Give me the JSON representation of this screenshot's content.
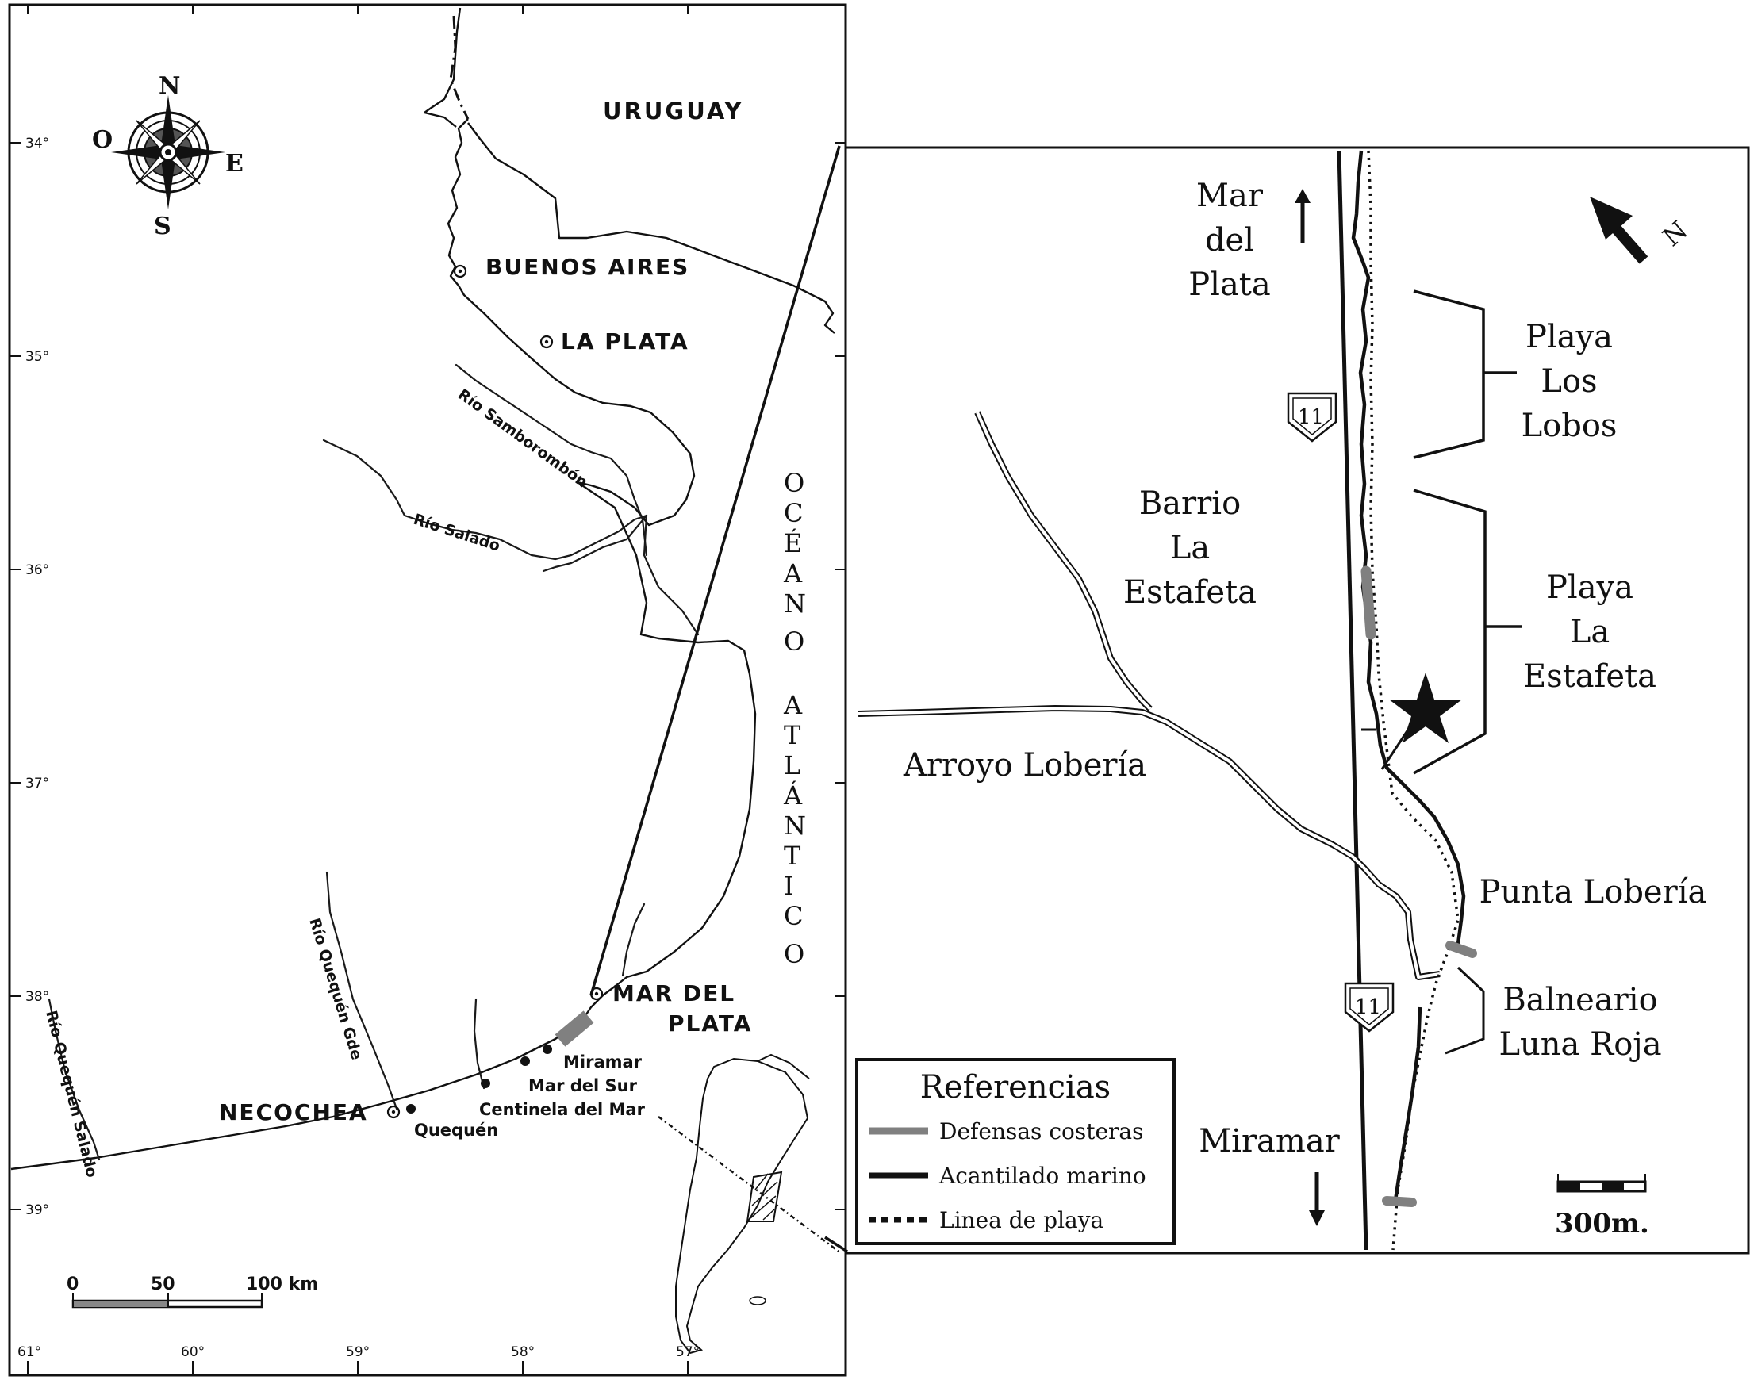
{
  "left_map": {
    "compass": {
      "north": "N",
      "south": "S",
      "east": "E",
      "west": "O"
    },
    "lat_ticks": [
      "34°",
      "35°",
      "36°",
      "37°",
      "38°",
      "39°"
    ],
    "lon_ticks": [
      "61°",
      "60°",
      "59°",
      "58°",
      "57°"
    ],
    "country": "URUGUAY",
    "ocean": [
      "O",
      "C",
      "É",
      "A",
      "N",
      "O",
      "A",
      "T",
      "L",
      "Á",
      "N",
      "T",
      "I",
      "C",
      "O"
    ],
    "cities": {
      "buenos_aires": "BUENOS AIRES",
      "la_plata": "LA PLATA",
      "mar_del_plata_1": "MAR DEL",
      "mar_del_plata_2": "PLATA",
      "necochea": "NECOCHEA"
    },
    "towns": {
      "miramar": "Miramar",
      "mar_del_sur": "Mar del Sur",
      "centinela": "Centinela del Mar",
      "quequen": "Quequén"
    },
    "rivers": {
      "samborombon": "Río Samborombón",
      "salado": "Río Salado",
      "quequen_gde": "Río Quequén Gde",
      "quequen_salado": "Río Quequén Salado"
    },
    "scale": {
      "zero": "0",
      "mid": "50",
      "end": "100 km"
    }
  },
  "right_map": {
    "north_label": "N",
    "places": {
      "mar_del_plata": [
        "Mar",
        "del",
        "Plata"
      ],
      "playa_los_lobos": [
        "Playa",
        "Los",
        "Lobos"
      ],
      "barrio_la_estafeta": [
        "Barrio",
        "La",
        "Estafeta"
      ],
      "playa_la_estafeta": [
        "Playa",
        "La",
        "Estafeta"
      ],
      "arroyo_loberia": "Arroyo Lobería",
      "punta_loberia": "Punta Lobería",
      "balneario_luna_roja": [
        "Balneario",
        "Luna Roja"
      ],
      "miramar": "Miramar"
    },
    "route_label": "11",
    "scale_label": "300m.",
    "legend": {
      "title": "Referencias",
      "items": [
        {
          "label": "Defensas costeras",
          "color": "#808080",
          "style": "solid-thick"
        },
        {
          "label": "Acantilado marino",
          "color": "#111111",
          "style": "solid"
        },
        {
          "label": "Linea de playa",
          "color": "#111111",
          "style": "dotted"
        }
      ]
    }
  }
}
